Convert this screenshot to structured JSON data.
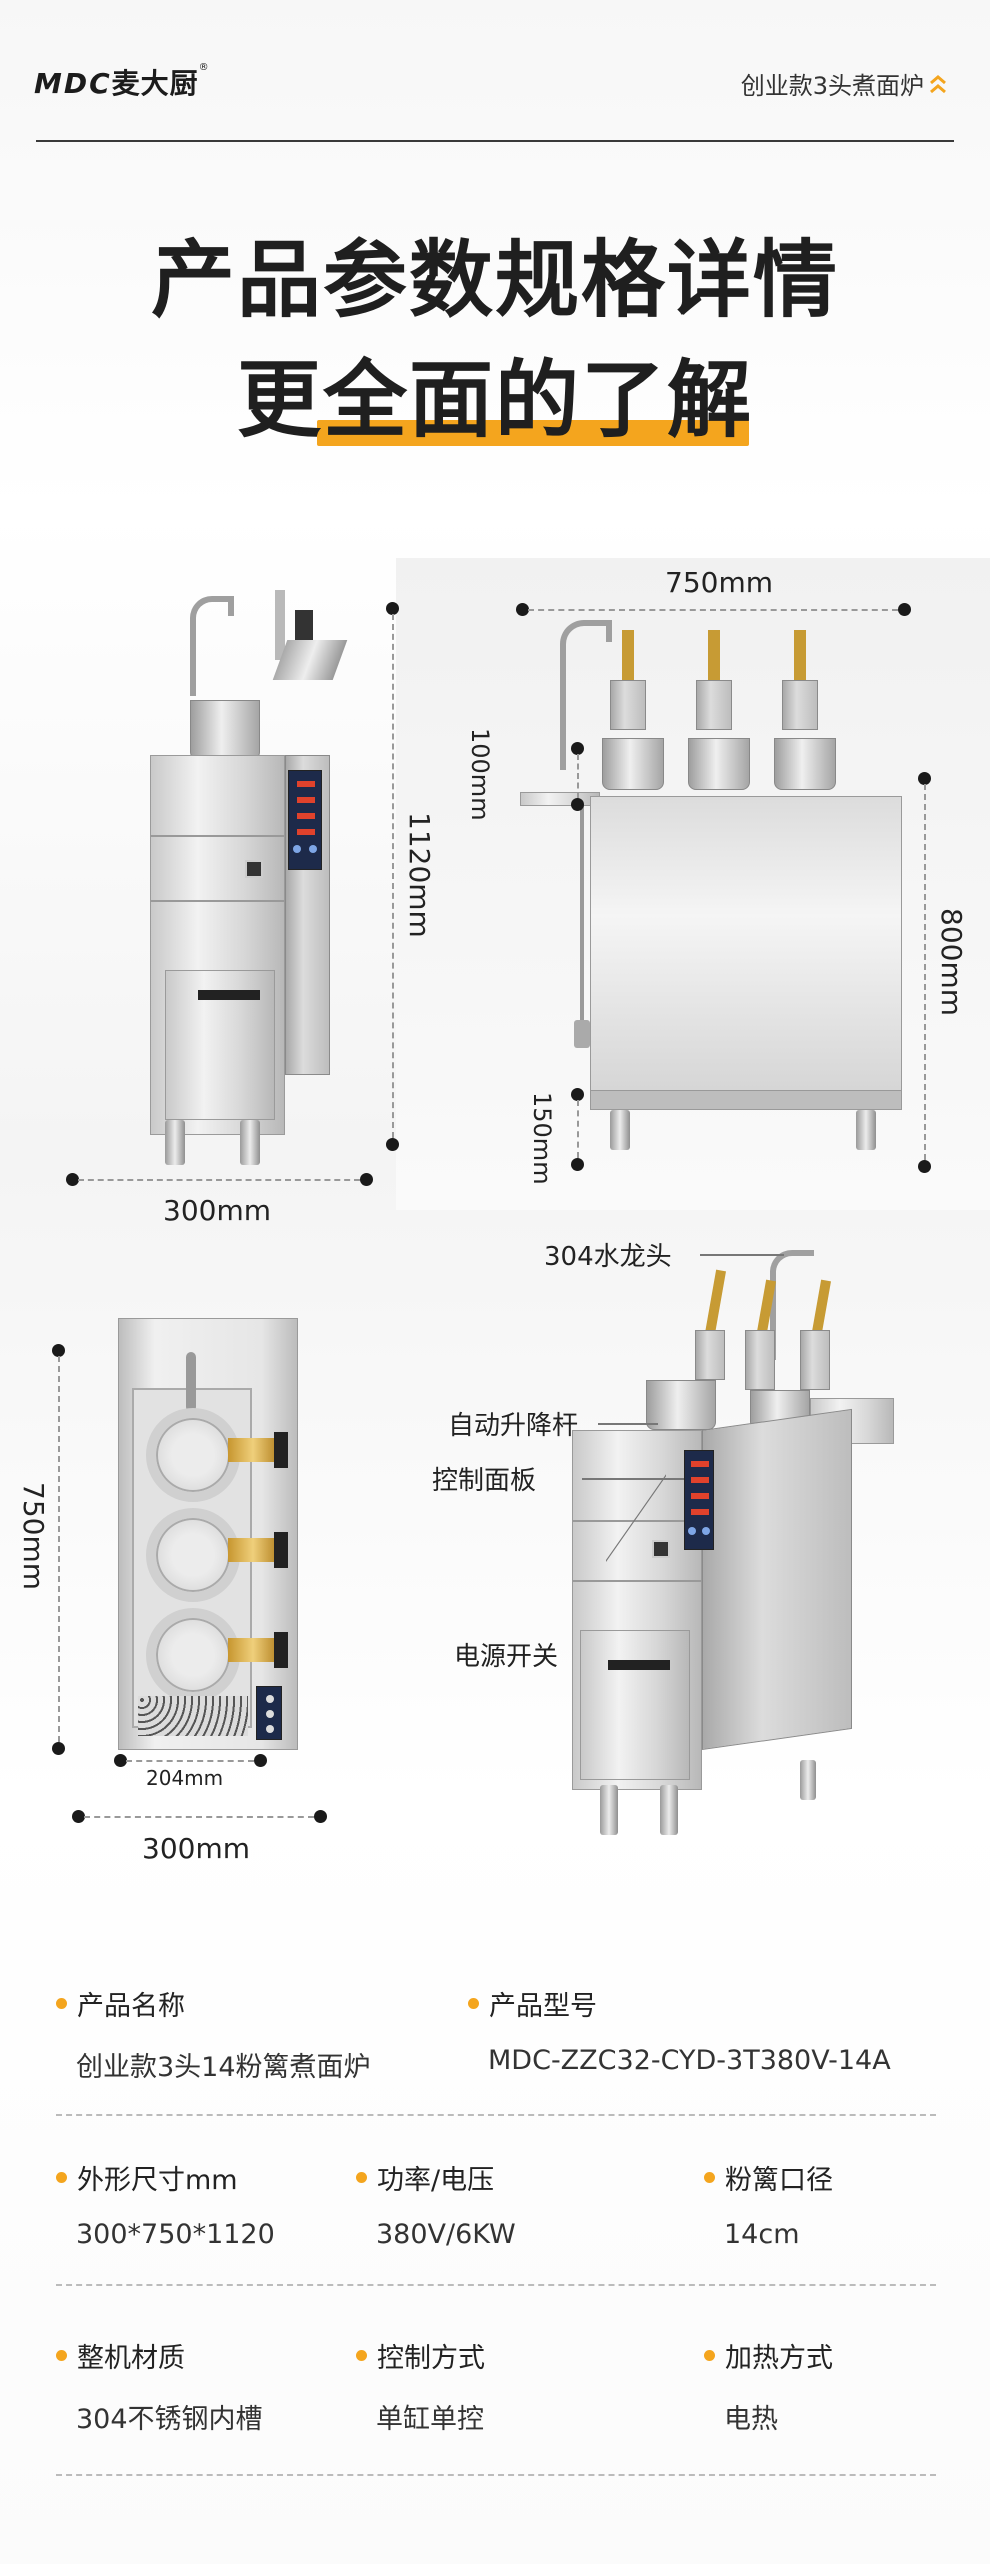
{
  "header": {
    "logo_mark": "MDC",
    "logo_text": "麦大厨",
    "logo_reg": "®",
    "title": "创业款3头煮面炉",
    "chevron_icon": "double-chevron-up-icon"
  },
  "headline": {
    "line1": "产品参数规格详情",
    "line2_pre": "更",
    "line2_highlight": "全面的了解",
    "highlight_color": "#f4a51e"
  },
  "dimensions": {
    "front_width": "300mm",
    "height_total": "1120mm",
    "side_length": "750mm",
    "lift_height": "100mm",
    "body_height": "800mm",
    "leg_height": "150mm",
    "top_length": "750mm",
    "top_width": "300mm",
    "basket_pitch": "204mm"
  },
  "callouts": {
    "faucet": "304水龙头",
    "lift_rod": "自动升降杆",
    "control_panel": "控制面板",
    "power_switch": "电源开关"
  },
  "specs": {
    "row1": [
      {
        "label": "产品名称",
        "value": "创业款3头14粉篱煮面炉"
      },
      {
        "label": "产品型号",
        "value": "MDC-ZZC32-CYD-3T380V-14A"
      }
    ],
    "row2": [
      {
        "label": "外形尺寸mm",
        "value": "300*750*1120"
      },
      {
        "label": "功率/电压",
        "value": "380V/6KW"
      },
      {
        "label": "粉篱口径",
        "value": "14cm"
      }
    ],
    "row3": [
      {
        "label": "整机材质",
        "value": "304不锈钢内槽"
      },
      {
        "label": "控制方式",
        "value": "单缸单控"
      },
      {
        "label": "加热方式",
        "value": "电热"
      }
    ]
  }
}
